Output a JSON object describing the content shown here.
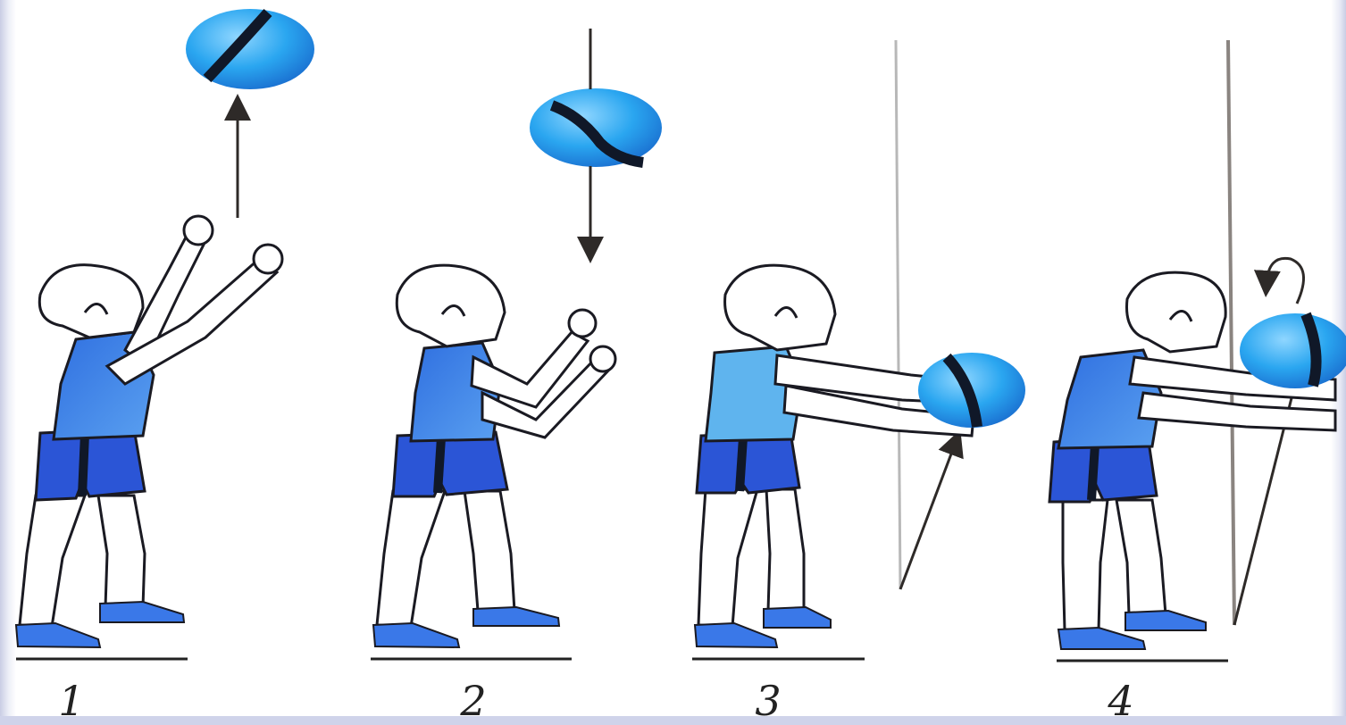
{
  "figures": [
    {
      "number": "1",
      "phase": "toss-up"
    },
    {
      "number": "2",
      "phase": "catch-ready"
    },
    {
      "number": "3",
      "phase": "throw-to-wall"
    },
    {
      "number": "4",
      "phase": "catch-rebound"
    }
  ],
  "colors": {
    "shirt": "#3f7fe6",
    "shorts": "#2b55d6",
    "shoe": "#3a78e8",
    "ball": "#2aa6f0",
    "stripe": "#101828",
    "outline": "#1a1a22",
    "wall": "#b8b8b8",
    "arrow": "#2e2a28"
  }
}
